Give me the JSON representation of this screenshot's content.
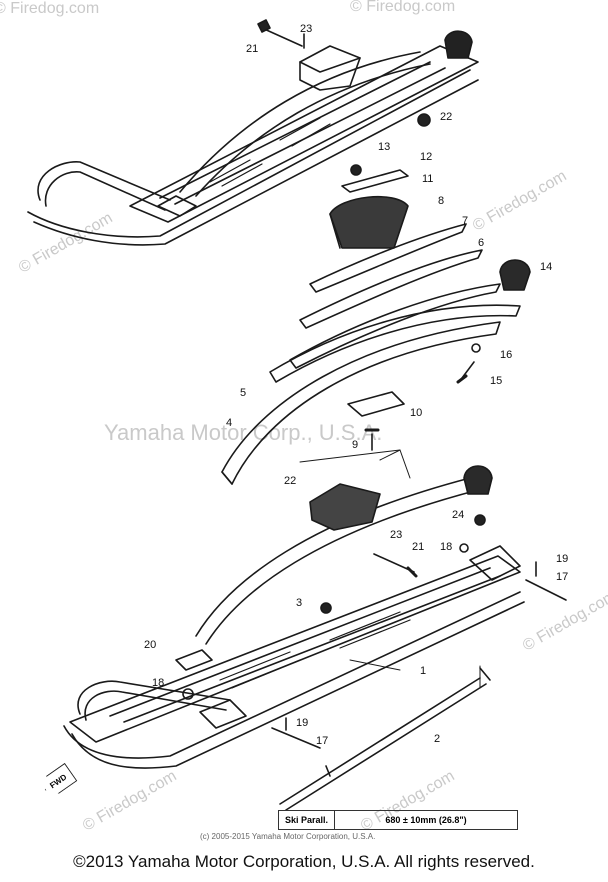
{
  "watermarks": {
    "site": "© Firedog.com",
    "company": "Yamaha Motor Corp., U.S.A."
  },
  "part_numbers": [
    "1",
    "2",
    "3",
    "4",
    "5",
    "6",
    "7",
    "8",
    "9",
    "10",
    "11",
    "12",
    "13",
    "14",
    "15",
    "16",
    "17",
    "18",
    "19",
    "20",
    "21",
    "22",
    "23",
    "24"
  ],
  "labels": {
    "n23_top": "23",
    "n21_top": "21",
    "n22_top": "22",
    "n13": "13",
    "n12": "12",
    "n11": "11",
    "n8": "8",
    "n7": "7",
    "n6": "6",
    "n14": "14",
    "n16": "16",
    "n15": "15",
    "n5": "5",
    "n4": "4",
    "n10": "10",
    "n9": "9",
    "n22_mid": "22",
    "n24": "24",
    "n23_mid": "23",
    "n21_mid": "21",
    "n18_mid": "18",
    "n19_right": "19",
    "n17_right": "17",
    "n3": "3",
    "n20": "20",
    "n1": "1",
    "n18_low": "18",
    "n19_low": "19",
    "n17_low": "17",
    "n2": "2"
  },
  "spec": {
    "label": "Ski Parall.",
    "value": "680 ± 10mm (26.8\")"
  },
  "fwd_label": "FWD",
  "small_copyright": "(c) 2005-2015 Yamaha Motor Corporation, U.S.A.",
  "footer": "©2013 Yamaha Motor Corporation, U.S.A. All rights reserved."
}
